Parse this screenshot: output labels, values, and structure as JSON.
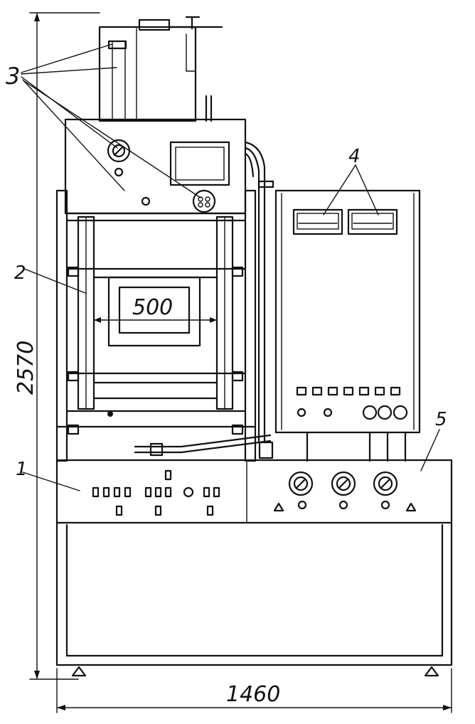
{
  "dimensions": {
    "width": "1460",
    "height": "2570",
    "inner": "500"
  },
  "callouts": {
    "c1": "1",
    "c2": "2",
    "c3": "3",
    "c4": "4",
    "c5": "5"
  }
}
